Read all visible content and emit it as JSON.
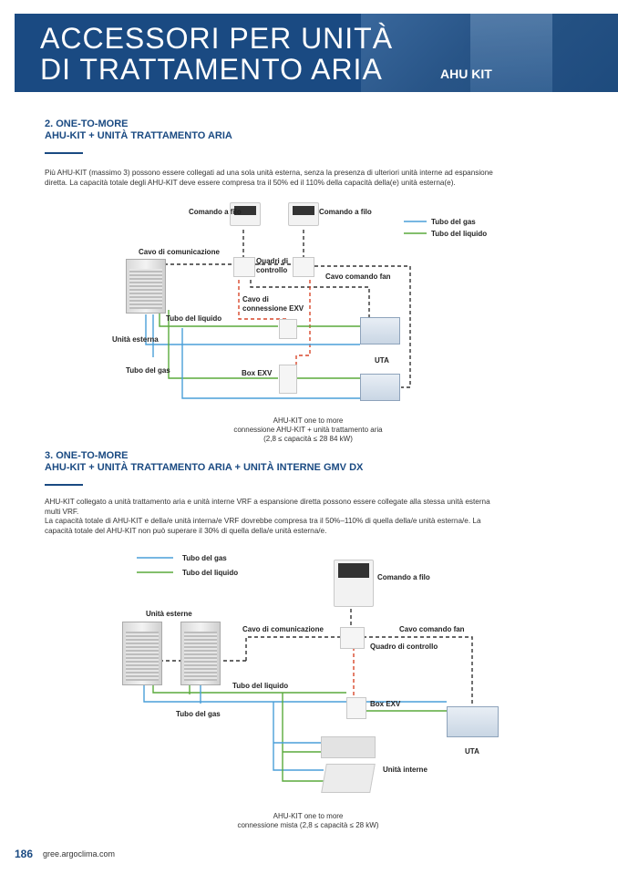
{
  "banner": {
    "title_line1": "ACCESSORI PER UNITÀ",
    "title_line2": "DI TRATTAMENTO ARIA",
    "kit": "AHU KIT"
  },
  "section2": {
    "heading_line1": "2. ONE-TO-MORE",
    "heading_line2": "AHU-KIT + UNITÀ TRATTAMENTO ARIA",
    "para_line1": "Più AHU-KIT (massimo 3) possono essere collegati ad una sola unità esterna, senza la presenza di ulteriori unità interne ad espansione",
    "para_line2": "diretta. La capacità totale degli AHU-KIT deve essere compresa tra il 50% ed il 110% della capacità della(e) unità esterna(e).",
    "labels": {
      "comando1": "Comando a filo",
      "comando2": "Comando a filo",
      "tubo_gas_legend": "Tubo del gas",
      "tubo_liquido_legend": "Tubo del liquido",
      "cavo_comunicazione": "Cavo di comunicazione",
      "quadri_1": "Quadri di",
      "quadri_2": "controllo",
      "cavo_fan": "Cavo comando fan",
      "cavo_exv_1": "Cavo di",
      "cavo_exv_2": "connessione EXV",
      "tubo_liquido": "Tubo del liquido",
      "unita_esterna": "Unità esterna",
      "uta": "UTA",
      "tubo_gas": "Tubo del gas",
      "box_exv": "Box EXV"
    },
    "caption_line1": "AHU-KIT one to more",
    "caption_line2": "connessione AHU-KIT + unità trattamento aria",
    "caption_line3": "(2,8 ≤ capacità ≤ 28 84 kW)"
  },
  "section3": {
    "heading_line1": "3. ONE-TO-MORE",
    "heading_line2": "AHU-KIT + UNITÀ TRATTAMENTO ARIA + UNITÀ INTERNE GMV DX",
    "para_line1": "AHU-KIT collegato a unità trattamento aria e unità interne VRF a espansione diretta possono essere collegate alla stessa unità esterna",
    "para_line2": "multi VRF.",
    "para_line3": "La capacità totale di AHU-KIT e della/e unità interna/e VRF dovrebbe compresa tra il 50%–110% di quella della/e unità esterna/e. La",
    "para_line4": "capacità totale del AHU-KIT non può superare il 30% di quella della/e unità esterna/e.",
    "labels": {
      "tubo_gas_legend": "Tubo del gas",
      "tubo_liquido_legend": "Tubo del liquido",
      "comando": "Comando a filo",
      "unita_esterne": "Unità esterne",
      "cavo_comunicazione": "Cavo di comunicazione",
      "cavo_fan": "Cavo comando fan",
      "quadro": "Quadro di controllo",
      "tubo_liquido": "Tubo del liquido",
      "box_exv": "Box EXV",
      "tubo_gas": "Tubo del gas",
      "uta": "UTA",
      "unita_interne": "Unità interne"
    },
    "caption_line1": "AHU-KIT one to more",
    "caption_line2": "connessione mista (2,8 ≤ capacità ≤ 28 kW)"
  },
  "footer": {
    "page": "186",
    "url": "gree.argoclima.com"
  },
  "colors": {
    "brand": "#1a4a82",
    "gas": "#4a9fd8",
    "liquid": "#5aaa3c",
    "comm": "#333333",
    "exv": "#d9472b"
  }
}
